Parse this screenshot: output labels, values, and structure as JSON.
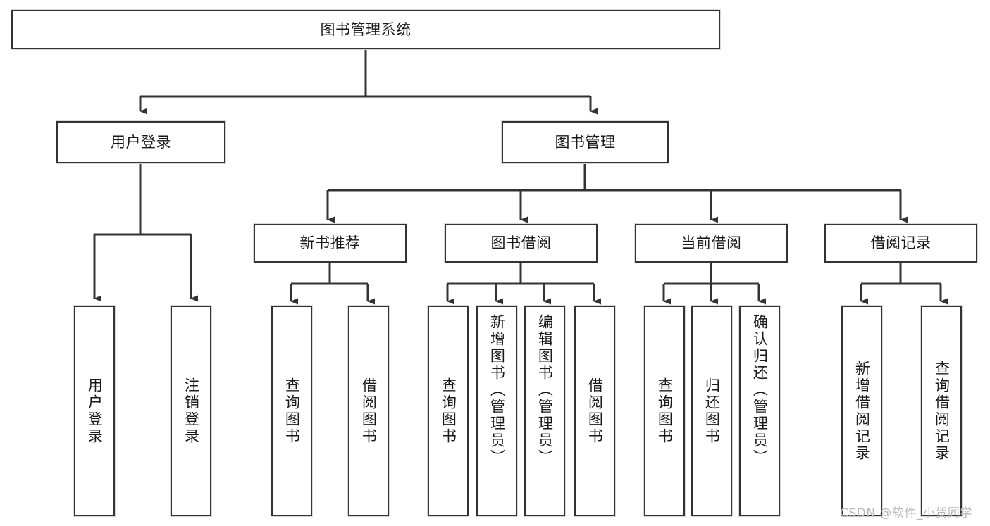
{
  "diagram": {
    "title": "图书管理系统",
    "type": "tree-hierarchy-chart",
    "watermark": "CSDN @软件_小贺同学",
    "colors": {
      "node_border": "#333333",
      "node_fill": "#ffffff",
      "edge": "#333333",
      "text": "#1a1a1a",
      "watermark": "#b9b9b9",
      "background": "#ffffff"
    },
    "nodes": {
      "root": {
        "label": "图书管理系统",
        "level": 0,
        "orientation": "horizontal"
      },
      "user_login": {
        "label": "用户登录",
        "level": 1,
        "orientation": "horizontal"
      },
      "book_manage": {
        "label": "图书管理",
        "level": 1,
        "orientation": "horizontal"
      },
      "new_book_rec": {
        "label": "新书推荐",
        "level": 2,
        "orientation": "horizontal"
      },
      "book_borrow": {
        "label": "图书借阅",
        "level": 2,
        "orientation": "horizontal"
      },
      "current_borrow": {
        "label": "当前借阅",
        "level": 2,
        "orientation": "horizontal"
      },
      "borrow_record": {
        "label": "借阅记录",
        "level": 2,
        "orientation": "horizontal"
      },
      "leaf_user_login": {
        "label": "用户登录",
        "level": 2,
        "orientation": "vertical"
      },
      "leaf_logout": {
        "label": "注销登录",
        "level": 2,
        "orientation": "vertical"
      },
      "leaf_query_book_1": {
        "label": "查询图书",
        "level": 3,
        "orientation": "vertical"
      },
      "leaf_borrow_book_1": {
        "label": "借阅图书",
        "level": 3,
        "orientation": "vertical"
      },
      "leaf_query_book_2": {
        "label": "查询图书",
        "level": 3,
        "orientation": "vertical"
      },
      "leaf_add_book": {
        "label": "新增图书（管理员）",
        "level": 3,
        "orientation": "vertical"
      },
      "leaf_edit_book": {
        "label": "编辑图书（管理员）",
        "level": 3,
        "orientation": "vertical"
      },
      "leaf_borrow_book_2": {
        "label": "借阅图书",
        "level": 3,
        "orientation": "vertical"
      },
      "leaf_query_book_3": {
        "label": "查询图书",
        "level": 3,
        "orientation": "vertical"
      },
      "leaf_return_book": {
        "label": "归还图书",
        "level": 3,
        "orientation": "vertical"
      },
      "leaf_confirm_return": {
        "label": "确认归还（管理员）",
        "level": 3,
        "orientation": "vertical"
      },
      "leaf_add_record": {
        "label": "新增借阅记录",
        "level": 3,
        "orientation": "vertical"
      },
      "leaf_query_record": {
        "label": "查询借阅记录",
        "level": 3,
        "orientation": "vertical"
      }
    },
    "edges": [
      {
        "from": "root",
        "to": "user_login"
      },
      {
        "from": "root",
        "to": "book_manage"
      },
      {
        "from": "user_login",
        "to": "leaf_user_login"
      },
      {
        "from": "user_login",
        "to": "leaf_logout"
      },
      {
        "from": "book_manage",
        "to": "new_book_rec"
      },
      {
        "from": "book_manage",
        "to": "book_borrow"
      },
      {
        "from": "book_manage",
        "to": "current_borrow"
      },
      {
        "from": "book_manage",
        "to": "borrow_record"
      },
      {
        "from": "new_book_rec",
        "to": "leaf_query_book_1"
      },
      {
        "from": "new_book_rec",
        "to": "leaf_borrow_book_1"
      },
      {
        "from": "book_borrow",
        "to": "leaf_query_book_2"
      },
      {
        "from": "book_borrow",
        "to": "leaf_add_book"
      },
      {
        "from": "book_borrow",
        "to": "leaf_edit_book"
      },
      {
        "from": "book_borrow",
        "to": "leaf_borrow_book_2"
      },
      {
        "from": "current_borrow",
        "to": "leaf_query_book_3"
      },
      {
        "from": "current_borrow",
        "to": "leaf_return_book"
      },
      {
        "from": "current_borrow",
        "to": "leaf_confirm_return"
      },
      {
        "from": "borrow_record",
        "to": "leaf_add_record"
      },
      {
        "from": "borrow_record",
        "to": "leaf_query_record"
      }
    ]
  }
}
